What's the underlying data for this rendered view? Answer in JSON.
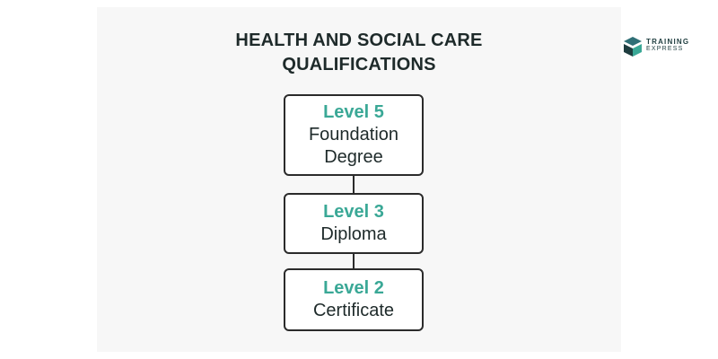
{
  "title": {
    "line1": "HEALTH AND SOCIAL CARE",
    "line2": "QUALIFICATIONS"
  },
  "logo": {
    "line1": "TRAINING",
    "line2": "EXPRESS"
  },
  "colors": {
    "level_text": "#3aa896",
    "box_border": "#2b2b2b",
    "heading_text": "#1e2a2a",
    "logo_text": "#1e3d3f"
  },
  "levels": [
    {
      "level": "Level 5",
      "name_lines": [
        "Foundation",
        "Degree"
      ]
    },
    {
      "level": "Level 3",
      "name_lines": [
        "Diploma"
      ]
    },
    {
      "level": "Level 2",
      "name_lines": [
        "Certificate"
      ]
    }
  ]
}
